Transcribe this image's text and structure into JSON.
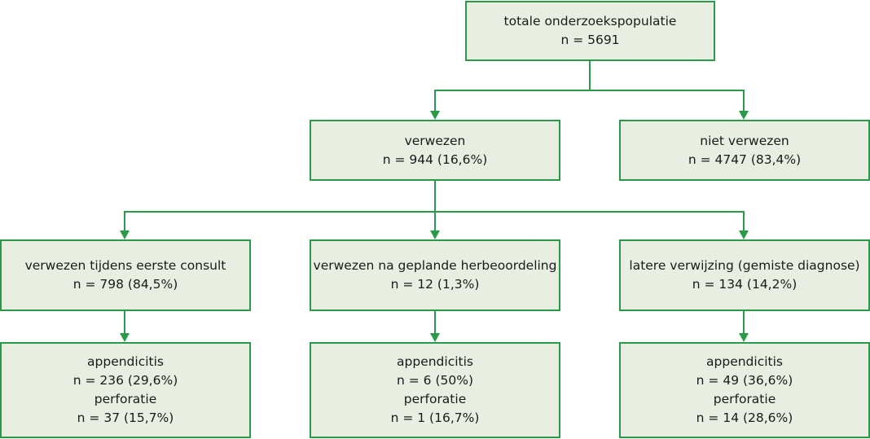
{
  "colors": {
    "box_fill": "#e8efe2",
    "box_border": "#2a9a48",
    "connector": "#2a9a48"
  },
  "nodes": {
    "total": {
      "line1": "totale onderzoekspopulatie",
      "line2": "n = 5691"
    },
    "verwezen": {
      "line1": "verwezen",
      "line2": "n = 944 (16,6%)"
    },
    "niet_verwezen": {
      "line1": "niet verwezen",
      "line2": "n = 4747 (83,4%)"
    },
    "eerste_consult": {
      "line1": "verwezen tijdens eerste consult",
      "line2": "n = 798 (84,5%)"
    },
    "herbeoordeling": {
      "line1": "verwezen na geplande herbeoordeling",
      "line2": "n = 12 (1,3%)"
    },
    "latere_verwijzing": {
      "line1": "latere verwijzing (gemiste diagnose)",
      "line2": "n = 134 (14,2%)"
    },
    "outcome_eerste": {
      "line1": "appendicitis",
      "line2": "n = 236 (29,6%)",
      "line3": "perforatie",
      "line4": "n = 37 (15,7%)"
    },
    "outcome_herbeoordeling": {
      "line1": "appendicitis",
      "line2": "n = 6 (50%)",
      "line3": "perforatie",
      "line4": "n = 1 (16,7%)"
    },
    "outcome_later": {
      "line1": "appendicitis",
      "line2": "n = 49 (36,6%)",
      "line3": "perforatie",
      "line4": "n = 14 (28,6%)"
    }
  }
}
